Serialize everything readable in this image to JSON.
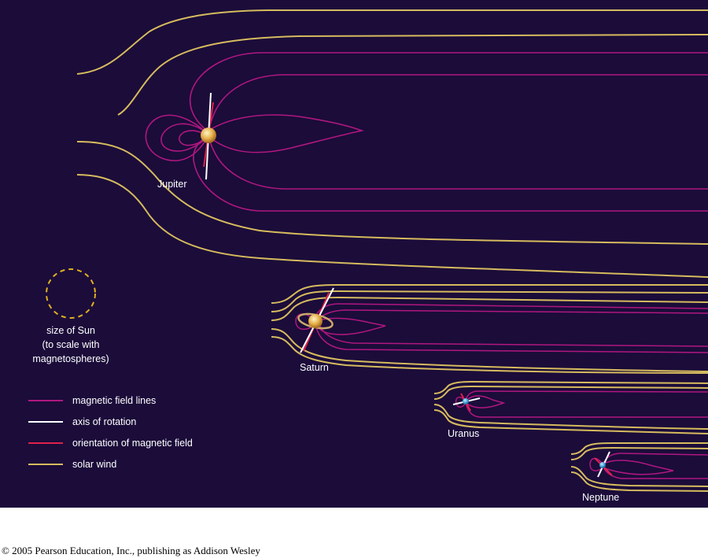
{
  "colors": {
    "background": "#1b0c3a",
    "field_line": "#b0177f",
    "axis": "#ffffff",
    "field_orientation": "#e0204a",
    "solar_wind": "#d6bb5e",
    "sun_circle": "#e0b020",
    "planet_gold": "#e7b24c",
    "planet_blue": "#3f9fd6"
  },
  "planets": [
    {
      "name": "Jupiter"
    },
    {
      "name": "Saturn"
    },
    {
      "name": "Uranus"
    },
    {
      "name": "Neptune"
    }
  ],
  "sun_scale": {
    "lines": [
      "size of Sun",
      "(to scale with",
      "magnetospheres)"
    ]
  },
  "legend": {
    "items": [
      {
        "label": "magnetic field lines",
        "color": "#b0177f"
      },
      {
        "label": "axis of rotation",
        "color": "#ffffff"
      },
      {
        "label": "orientation of magnetic field",
        "color": "#e0204a"
      },
      {
        "label": "solar wind",
        "color": "#d6bb5e"
      }
    ]
  },
  "copyright": "© 2005 Pearson Education, Inc., publishing as Addison Wesley"
}
